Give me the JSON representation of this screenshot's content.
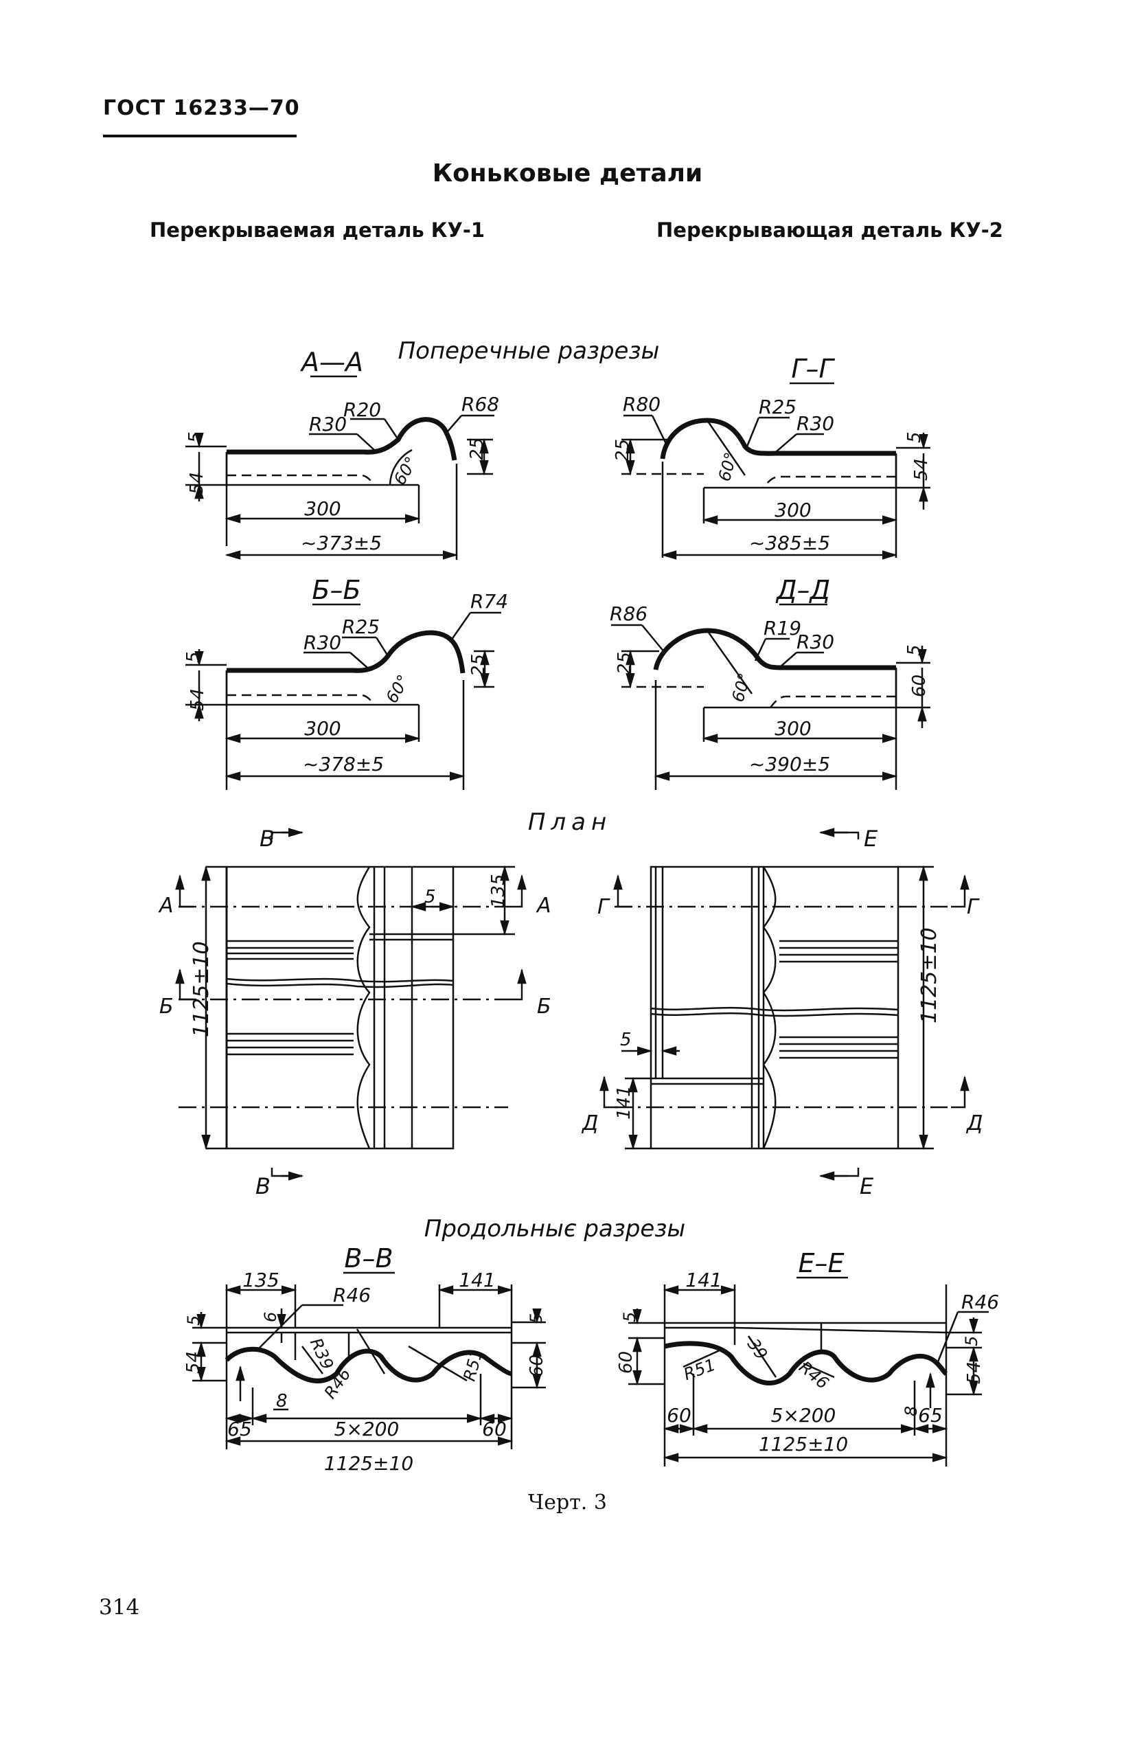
{
  "header": {
    "standard": "ГОСТ 16233—70"
  },
  "title": "Коньковые детали",
  "subtitles": {
    "left": "Перекрываемая деталь КУ-1",
    "right": "Перекрывающая деталь КУ-2"
  },
  "sections": {
    "cross": "Поперечные разрезы",
    "plan": "План",
    "longitudinal": "Продольныє разрезы"
  },
  "views": {
    "aa": {
      "name": "А—А",
      "dims": {
        "r_small": "R30",
        "r_mid": "R20",
        "r_arc": "R68",
        "h_sheet": "5",
        "h_total": "54",
        "h_rise": "25",
        "angle": "60°",
        "w_base": "300",
        "w_total": "~373±5"
      }
    },
    "gg": {
      "name": "Г–Г",
      "dims": {
        "r_arc": "R80",
        "r_mid": "R25",
        "r_small": "R30",
        "h_sheet": "5",
        "h_total": "54",
        "h_rise": "25",
        "angle": "60°",
        "w_base": "300",
        "w_total": "~385±5"
      }
    },
    "bb": {
      "name": "Б–Б",
      "dims": {
        "r_small": "R30",
        "r_mid": "R25",
        "r_arc": "R74",
        "h_sheet": "5",
        "h_total": "54",
        "h_rise": "25",
        "angle": "60°",
        "w_base": "300",
        "w_total": "~378±5"
      }
    },
    "dd": {
      "name": "Д–Д",
      "dims": {
        "r_arc": "R86",
        "r_mid": "R19",
        "r_small": "R30",
        "h_sheet": "5",
        "h_total": "60",
        "h_rise": "25",
        "angle": "60°",
        "w_base": "300",
        "w_total": "~390±5"
      }
    },
    "plan_left": {
      "cut_top": "В",
      "cut_bottom": "В",
      "marks": {
        "a_left": "А",
        "a_right": "А",
        "b_left": "Б",
        "b_right": "Б"
      },
      "dims": {
        "length": "1125±10",
        "overlap": "135",
        "gap": "5"
      }
    },
    "plan_right": {
      "cut_top": "Е",
      "cut_bottom": "Е",
      "marks": {
        "g_left": "Г",
        "g_right": "Г",
        "d_left": "Д",
        "d_right": "Д"
      },
      "dims": {
        "length": "1125±10",
        "overlap": "141",
        "gap": "5"
      }
    },
    "vv": {
      "name": "В–В",
      "dims": {
        "overlap_left": "135",
        "overlap_right": "141",
        "r_top": "R46",
        "r_left": "R39",
        "r_bottom": "R46",
        "r_right": "R51",
        "h_sheet": "5",
        "h_total": "54",
        "h_sheet_right": "5",
        "h_right": "60",
        "h_small": "6",
        "d_small": "8",
        "w_first": "65",
        "w_mid": "5×200",
        "w_last": "60",
        "w_total": "1125±10"
      }
    },
    "ee": {
      "name": "Е–Е",
      "dims": {
        "overlap": "141",
        "r_top": "R46",
        "r_left": "R51",
        "r_mid": "39",
        "r_bottom": "R46",
        "h_sheet": "5",
        "h_left": "60",
        "h_sheet_right": "5",
        "h_total": "54",
        "d_small": "8",
        "w_first": "60",
        "w_mid": "5×200",
        "w_last": "65",
        "w_total": "1125±10"
      }
    }
  },
  "caption": "Черт. 3",
  "page_number": "314"
}
